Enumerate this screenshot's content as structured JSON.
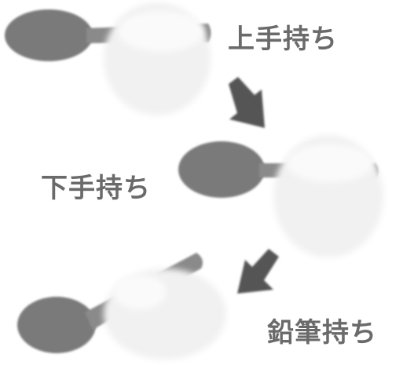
{
  "steps": [
    {
      "label": "上手持ち"
    },
    {
      "label": "下手持ち"
    },
    {
      "label": "鉛筆持ち"
    }
  ],
  "colors": {
    "spoon_bowl": "#7a7a7a",
    "spoon_handle": "#8a8a8a",
    "hand": "#f4f4f4",
    "arrow": "#555555",
    "label": "#6a6a6a"
  }
}
